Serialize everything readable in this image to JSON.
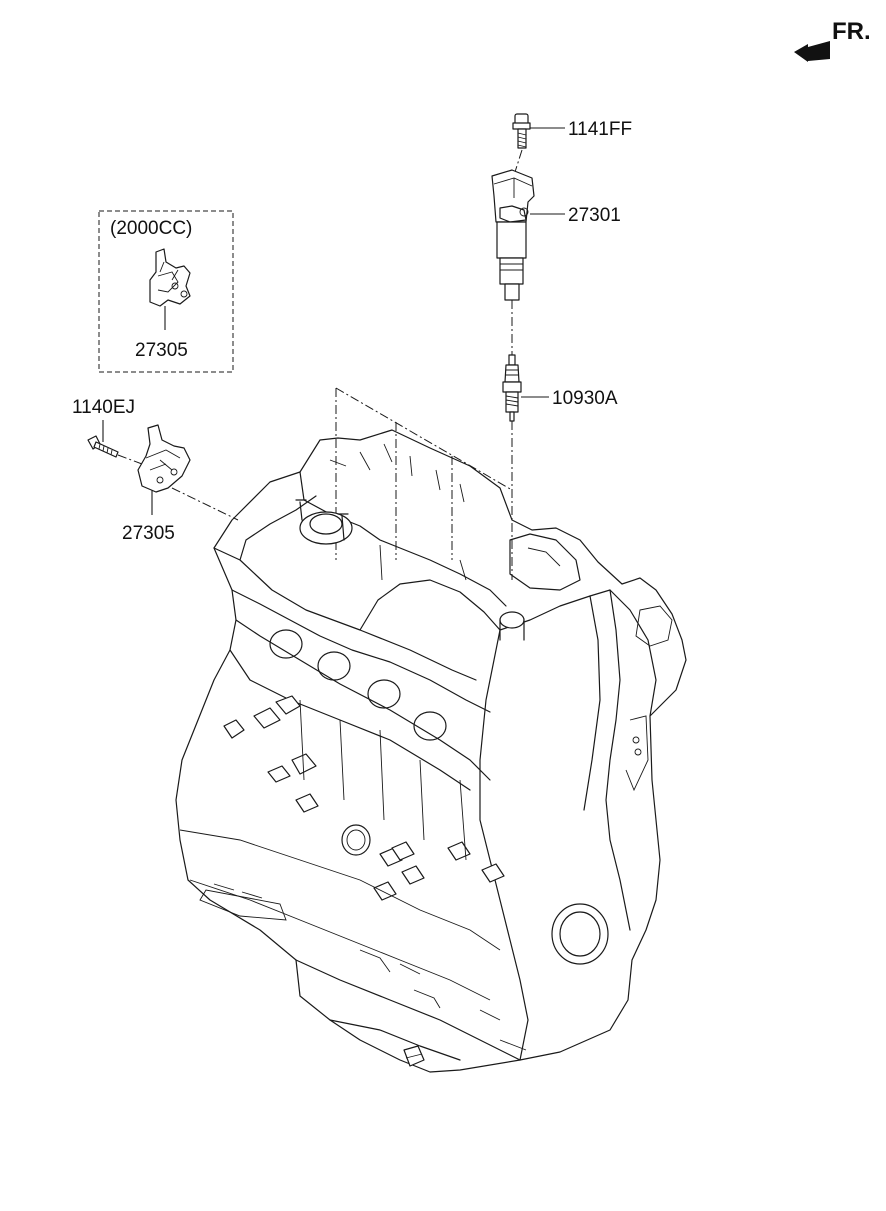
{
  "direction": {
    "label": "FR."
  },
  "variant_box": {
    "label": "(2000CC)",
    "part_number": "27305"
  },
  "parts": {
    "bolt_coil": "1141FF",
    "ignition_coil": "27301",
    "spark_plug": "10930A",
    "bolt_bracket": "1140EJ",
    "bracket": "27305"
  }
}
